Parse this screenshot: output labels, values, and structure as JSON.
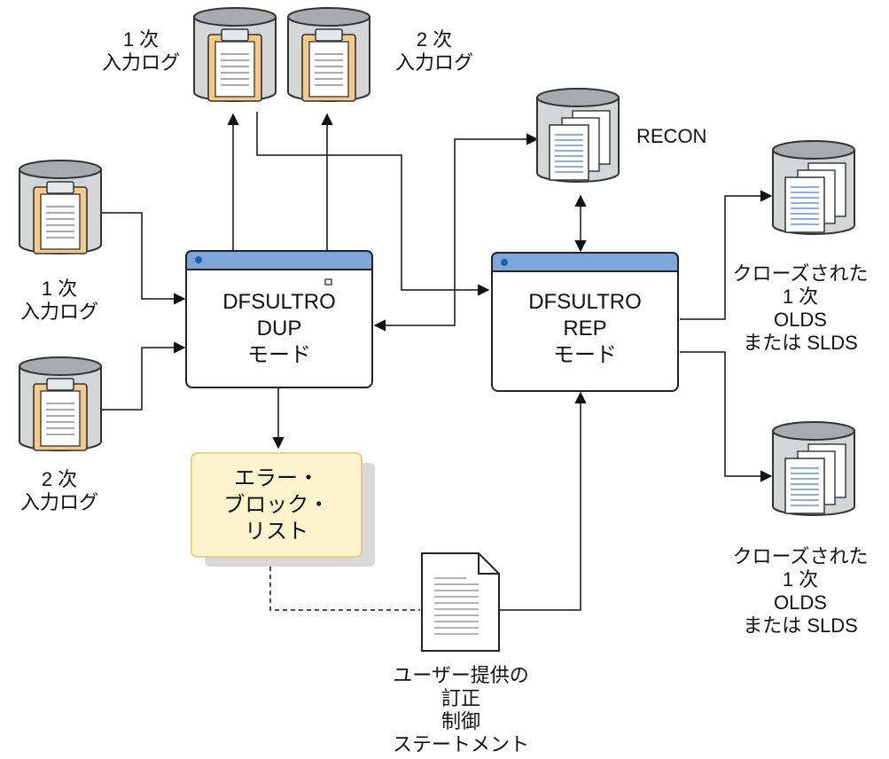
{
  "colors": {
    "window_header": "#7ea6d8",
    "window_dot": "#1f5fb0",
    "drum_body": "#d4d5d7",
    "drum_top": "#a8aaad",
    "clipboard": "#f5c98a",
    "error_box": "#fdf4cf",
    "error_border": "#e8c46a",
    "doc_lines": "#4a7bd0"
  },
  "icons": {
    "log_drum": "database-clipboard-icon",
    "doc_drum": "database-documents-icon",
    "window": "program-window-icon",
    "document": "document-page-icon"
  },
  "top_primary_log": {
    "line1": "1 次",
    "line2": "入力ログ"
  },
  "top_secondary_log": {
    "line1": "2 次",
    "line2": "入力ログ"
  },
  "left_primary_log": {
    "line1": "1 次",
    "line2": "入力ログ"
  },
  "left_secondary_log": {
    "line1": "2 次",
    "line2": "入力ログ"
  },
  "recon": {
    "label": "RECON"
  },
  "dup_program": {
    "line1": "DFSULTRO",
    "line2": "DUP",
    "line3": "モード"
  },
  "rep_program": {
    "line1": "DFSULTRO",
    "line2": "REP",
    "line3": "モード"
  },
  "error_list": {
    "line1": "エラー・",
    "line2": "ブロック・",
    "line3": "リスト"
  },
  "olds_1": {
    "line1": "クローズされた",
    "line2": "1 次",
    "line3": "OLDS",
    "line4": "または SLDS"
  },
  "olds_2": {
    "line1": "クローズされた",
    "line2": "1 次",
    "line3": "OLDS",
    "line4": "または SLDS"
  },
  "control_statements": {
    "line1": "ユーザー提供の",
    "line2": "訂正",
    "line3": "制御",
    "line4": "ステートメント"
  }
}
